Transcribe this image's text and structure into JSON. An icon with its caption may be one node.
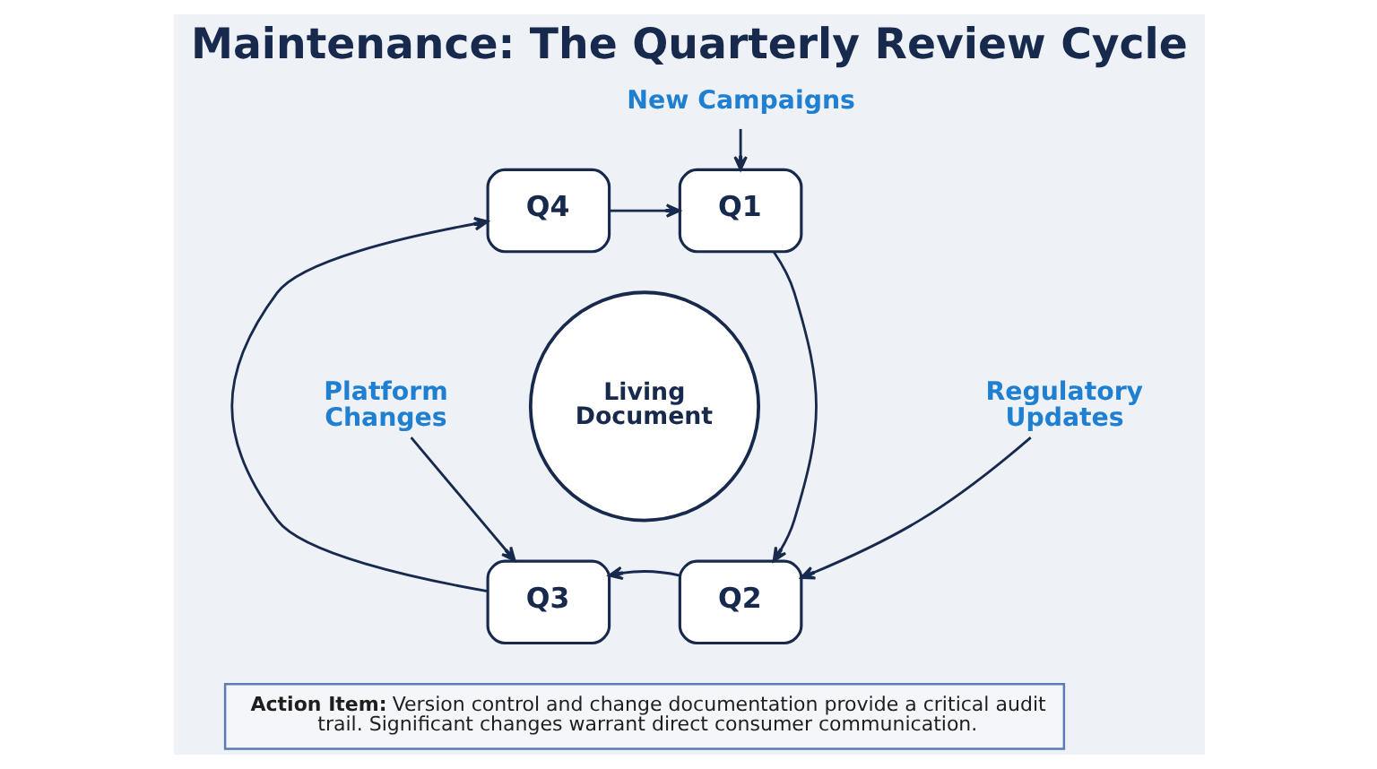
{
  "diagram": {
    "title": "Maintenance: The Quarterly Review Cycle",
    "nodes": [
      {
        "text": [
          "New Campaigns"
        ]
      },
      {
        "text": [
          "Q4"
        ]
      },
      {
        "text": [
          "Q1"
        ]
      },
      {
        "text": [
          "Living Document"
        ]
      },
      {
        "text": [
          "Q3"
        ]
      },
      {
        "text": [
          "Q2"
        ]
      },
      {
        "text": [
          "Platform Changes"
        ]
      },
      {
        "text": [
          "Regulatory Updates"
        ]
      },
      {
        "text": [
          "**Action Item:** Version control and change documentation provide a critical audit trail. Significant changes warrant direct consumer communication."
        ]
      }
    ],
    "edges": [
      {
        "from": 0,
        "to": 2,
        "arrow": "to"
      },
      {
        "from": 6,
        "to": 4,
        "arrow": "to"
      },
      {
        "from": 7,
        "to": 5,
        "arrow": "to"
      },
      {
        "from": 1,
        "to": 2,
        "arrow": "to"
      },
      {
        "from": 2,
        "to": 5,
        "arrow": "to"
      },
      {
        "from": 5,
        "to": 4,
        "arrow": "to"
      },
      {
        "from": 4,
        "to": 1,
        "arrow": "to"
      }
    ]
  }
}
